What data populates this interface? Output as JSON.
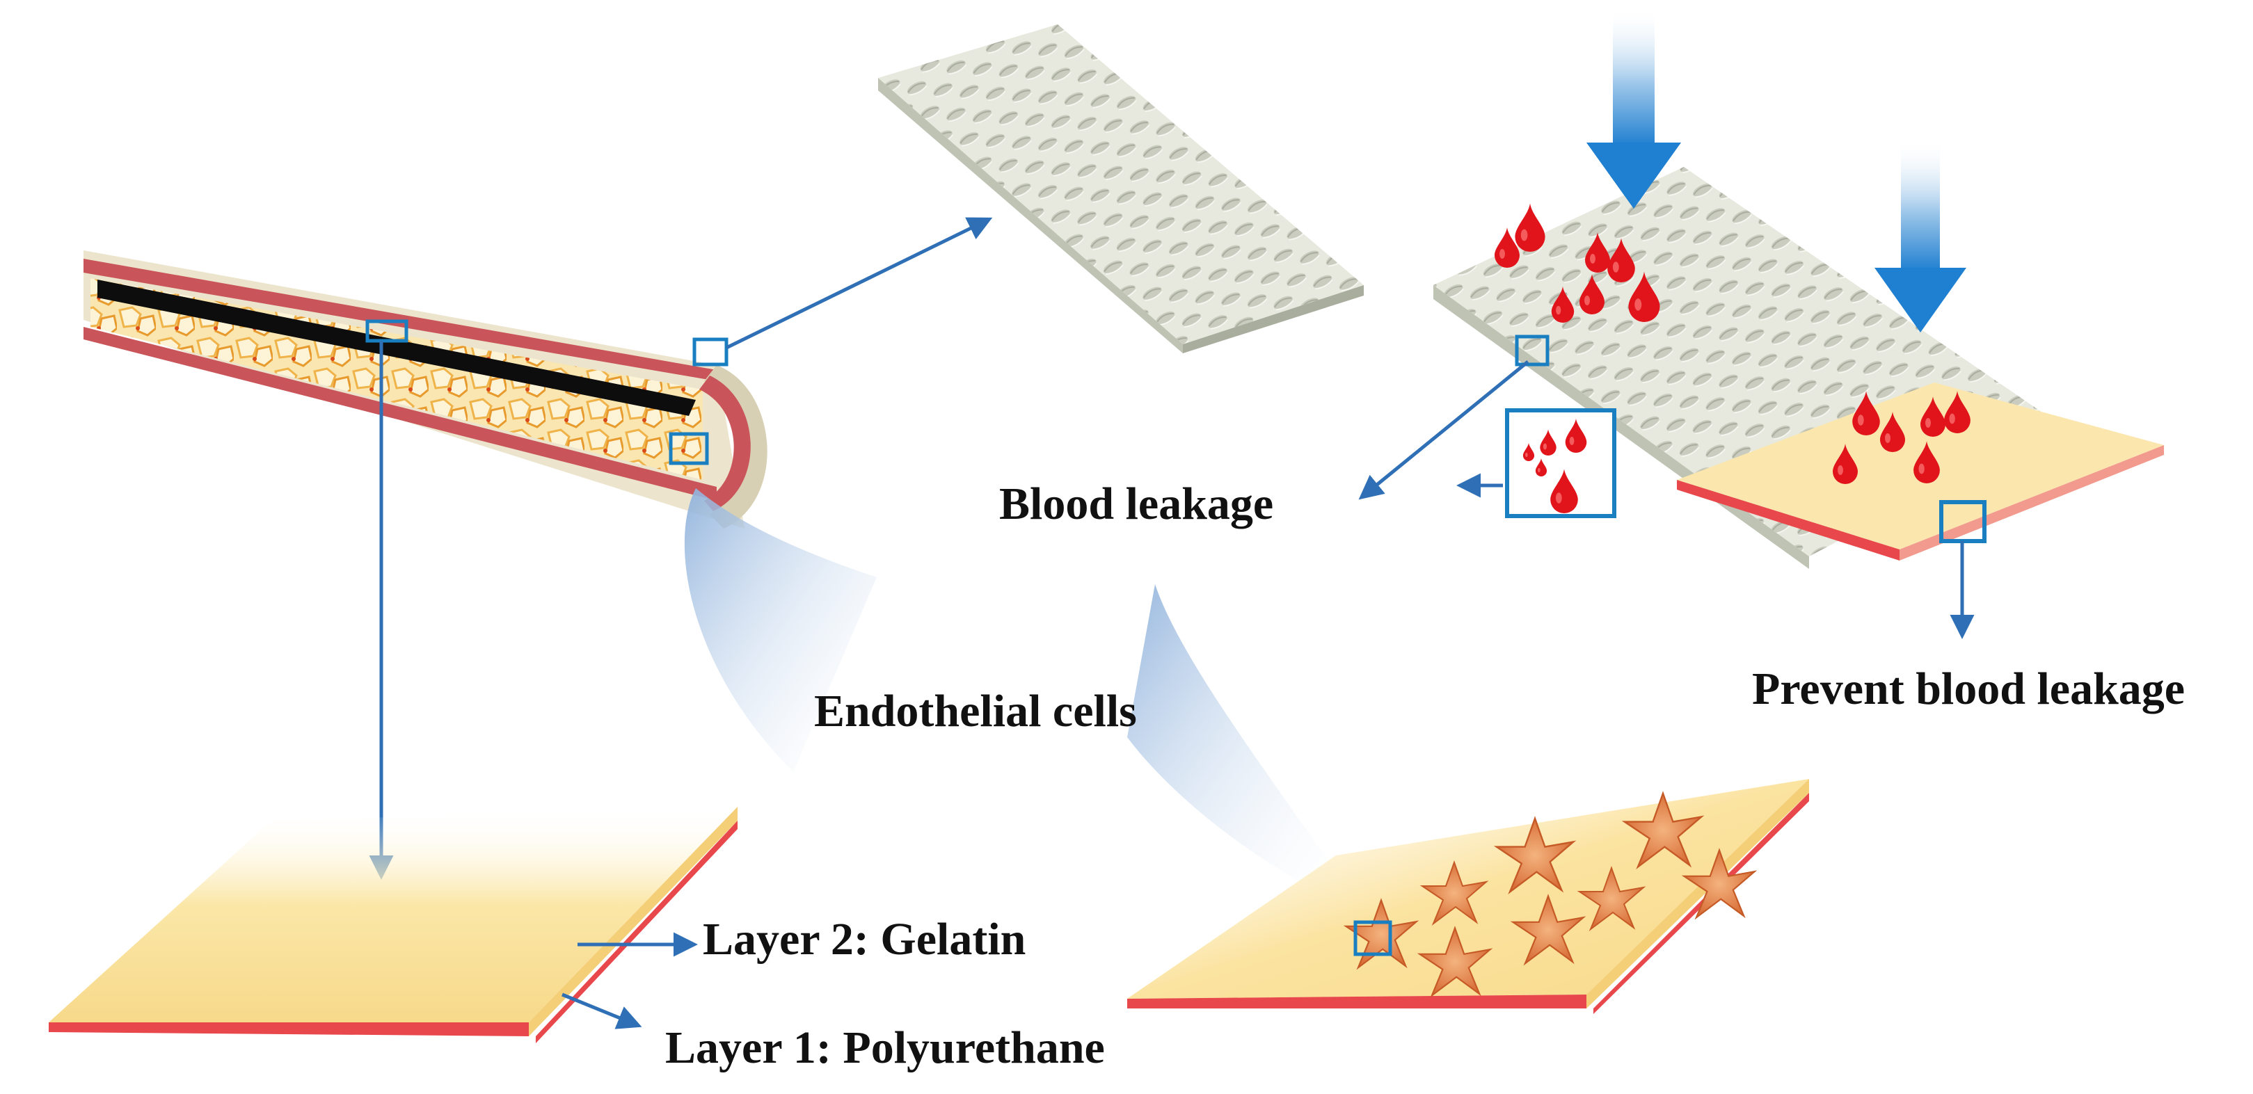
{
  "labels": {
    "blood_leakage": "Blood leakage",
    "prevent_blood_leakage": "Prevent blood leakage",
    "endothelial_cells": "Endothelial cells",
    "layer2": "Layer 2: Gelatin",
    "layer1": "Layer 1: Polyurethane"
  },
  "colors": {
    "arrow": "#2f6fb5",
    "callout_box": "#1a7fc0",
    "blood": "#e0141a",
    "gelatin": "#f9dc8c",
    "polyurethane": "#e8474b",
    "fabric": "#dfe2d6",
    "vessel_wall": "#c9555a",
    "cell": "#e8925b"
  },
  "icons": {
    "pressure_arrow": "blue-gradient-down-arrow",
    "drop": "blood-drop-icon"
  }
}
